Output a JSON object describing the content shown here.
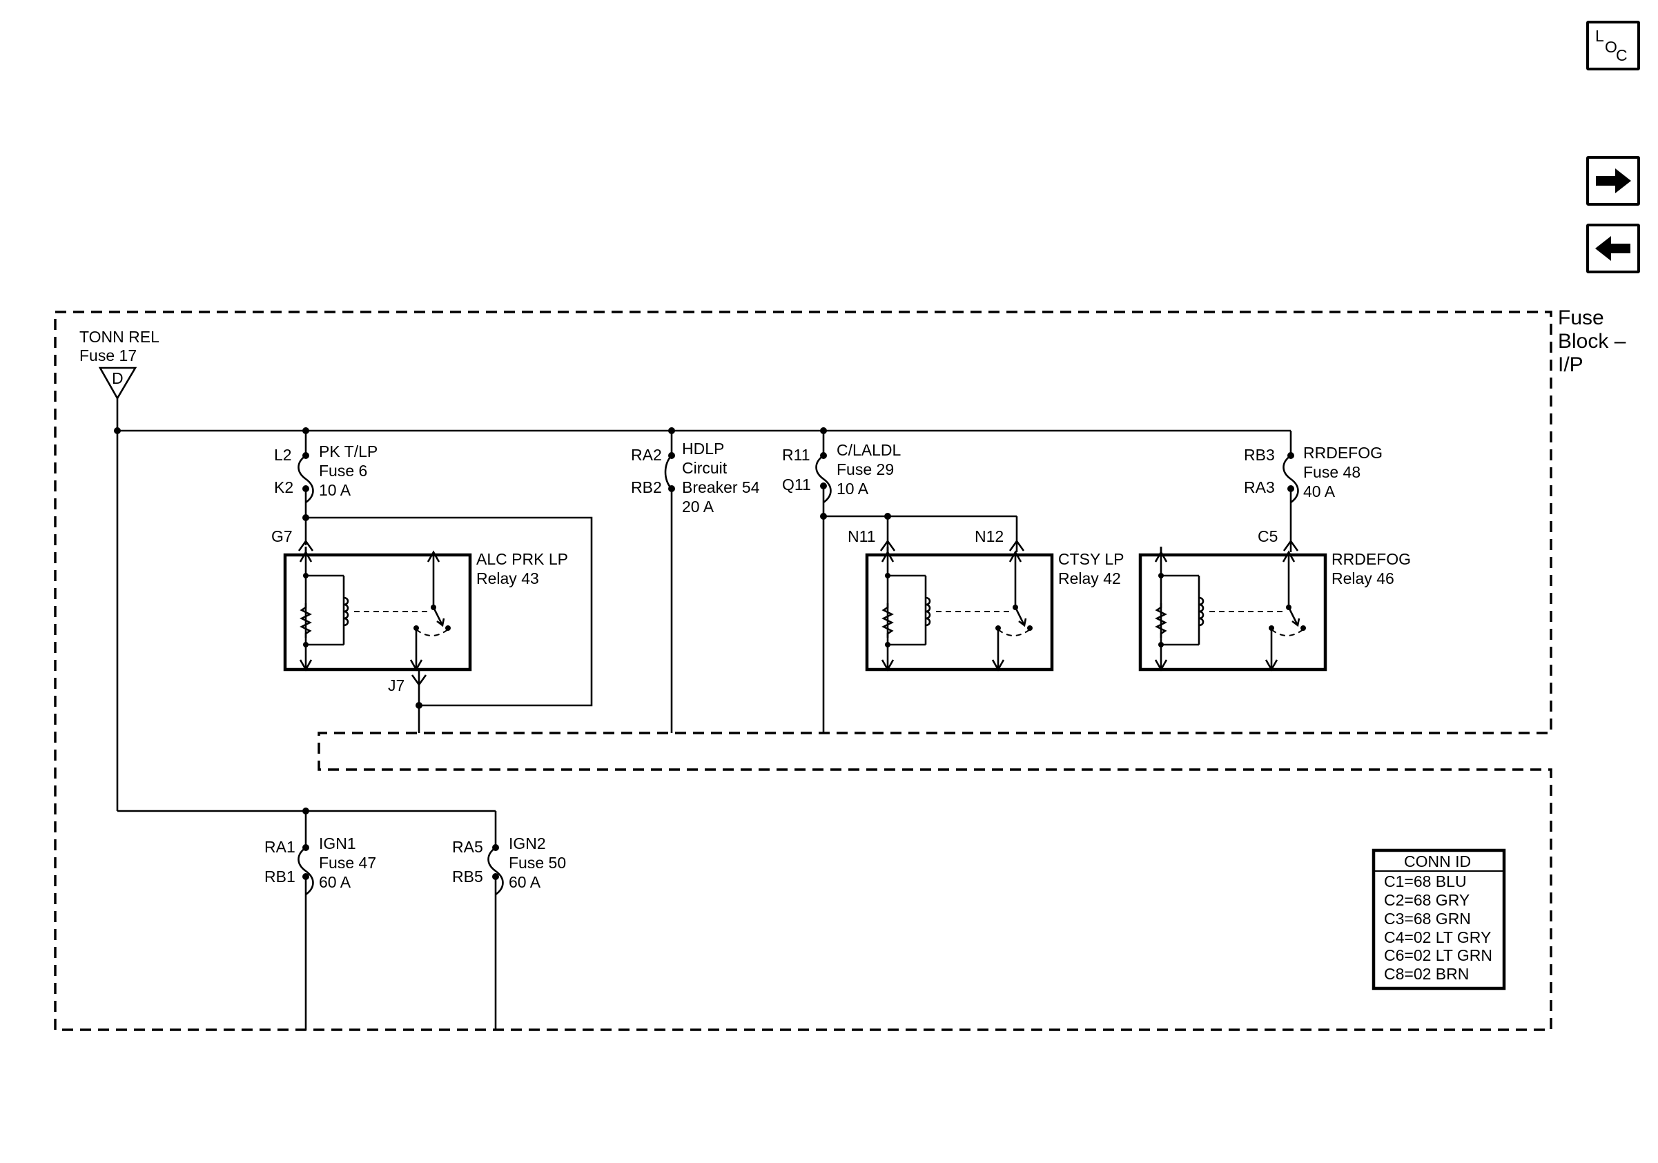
{
  "nav": {
    "loc": {
      "l": "L",
      "o": "O",
      "c": "C"
    }
  },
  "fuse_block": {
    "title_1": "Fuse",
    "title_2": "Block –",
    "title_3": "I/P"
  },
  "tonn_rel": {
    "name": "TONN REL",
    "fuse": "Fuse 17",
    "connector": "D"
  },
  "pk_tlp": {
    "top_pin": "L2",
    "bottom_pin": "K2",
    "name": "PK T/LP",
    "fuse": "Fuse 6",
    "rating": "10 A"
  },
  "hdlp": {
    "top_pin": "RA2",
    "bottom_pin": "RB2",
    "name": "HDLP",
    "line2": "Circuit",
    "line3": "Breaker 54",
    "rating": "20 A"
  },
  "c_laldl": {
    "top_pin": "R11",
    "bottom_pin": "Q11",
    "name": "C/LALDL",
    "fuse": "Fuse 29",
    "rating": "10 A"
  },
  "rrdefog_fuse": {
    "top_pin": "RB3",
    "bottom_pin": "RA3",
    "name": "RRDEFOG",
    "fuse": "Fuse 48",
    "rating": "40 A"
  },
  "pins": {
    "g7": "G7",
    "j7": "J7",
    "n11": "N11",
    "n12": "N12",
    "c5": "C5"
  },
  "relay_alc": {
    "name": "ALC PRK LP",
    "relay": "Relay 43"
  },
  "relay_ctsy": {
    "name": "CTSY LP",
    "relay": "Relay 42"
  },
  "relay_rrdefog": {
    "name": "RRDEFOG",
    "relay": "Relay 46"
  },
  "ign1": {
    "top_pin": "RA1",
    "bottom_pin": "RB1",
    "name": "IGN1",
    "fuse": "Fuse 47",
    "rating": "60 A"
  },
  "ign2": {
    "top_pin": "RA5",
    "bottom_pin": "RB5",
    "name": "IGN2",
    "fuse": "Fuse 50",
    "rating": "60 A"
  },
  "conn_id": {
    "title": "CONN ID",
    "entries": [
      "C1=68 BLU",
      "C2=68 GRY",
      "C3=68 GRN",
      "C4=02 LT GRY",
      "C6=02 LT GRN",
      "C8=02 BRN"
    ]
  }
}
